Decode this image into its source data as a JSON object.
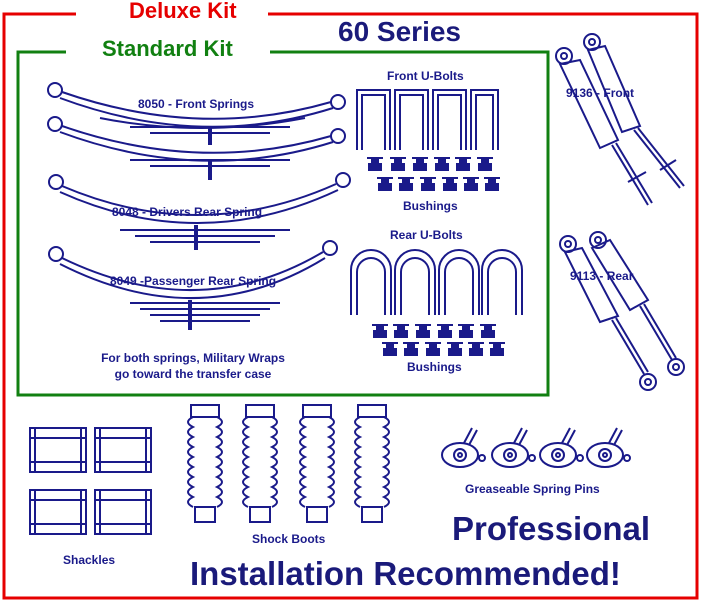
{
  "titles": {
    "deluxe_kit": "Deluxe Kit",
    "standard_kit": "Standard Kit",
    "series": "60 Series"
  },
  "springs": {
    "front": "8050 - Front Springs",
    "drivers_rear": "8048 - Drivers Rear Spring",
    "passenger_rear": "8049 -Passenger Rear Spring",
    "note_line1": "For both springs, Military Wraps",
    "note_line2": "go toward the transfer case"
  },
  "ubolts": {
    "front": "Front U-Bolts",
    "rear": "Rear U-Bolts",
    "bushings_front": "Bushings",
    "bushings_rear": "Bushings"
  },
  "shocks": {
    "front": "9136 - Front",
    "rear": "9113 - Rear"
  },
  "accessories": {
    "shackles": "Shackles",
    "shock_boots": "Shock Boots",
    "spring_pins": "Greaseable Spring Pins"
  },
  "footer": {
    "line1": "Professional",
    "line2": "Installation Recommended!"
  },
  "colors": {
    "deluxe_frame": "#e60000",
    "standard_frame": "#118011",
    "parts": "#1a1a8a",
    "text_dark": "#1a1a7a"
  }
}
